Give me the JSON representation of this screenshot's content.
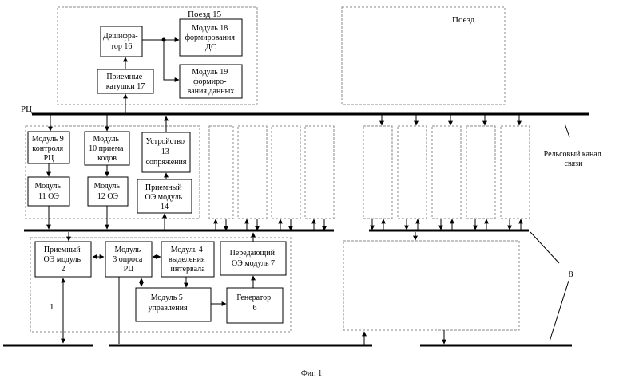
{
  "figure": {
    "caption": "Фиг. 1",
    "train_15": {
      "title": "Поезд 15",
      "decoder": [
        "Дешифра-",
        "тор 16"
      ],
      "coils": [
        "Приемные",
        "катушки 17"
      ],
      "module18": [
        "Модуль 18",
        "формирования",
        "ДС"
      ],
      "module19": [
        "Модуль 19",
        "формиро-",
        "вания данных"
      ]
    },
    "train_other": {
      "title": "Поезд"
    },
    "rc_label": "РЦ",
    "rail_channel": [
      "Рельсовый канал",
      "связи"
    ],
    "upper_unit": {
      "module9": [
        "Модуль 9",
        "контроля",
        "РЦ"
      ],
      "module10": [
        "Модуль",
        "10 приема",
        "кодов"
      ],
      "device13": [
        "Устройство",
        "13",
        "сопряжения"
      ],
      "module11": [
        "Модуль",
        "11 ОЭ"
      ],
      "module12": [
        "Модуль",
        "12 ОЭ"
      ],
      "module14": [
        "Приемный",
        "ОЭ модуль",
        "14"
      ]
    },
    "lower_unit": {
      "module2": [
        "Приемный",
        "ОЭ модуль",
        "2"
      ],
      "module3": [
        "Модуль",
        "3 опроса",
        "РЦ"
      ],
      "module4": [
        "Модуль 4",
        "выделения",
        "интервала"
      ],
      "module7": [
        "Передающий",
        "ОЭ модуль  7"
      ],
      "module5": [
        "Модуль 5",
        "управления"
      ],
      "module6": [
        "Генератор",
        "6"
      ]
    },
    "label_1": "1",
    "label_8": "8"
  }
}
